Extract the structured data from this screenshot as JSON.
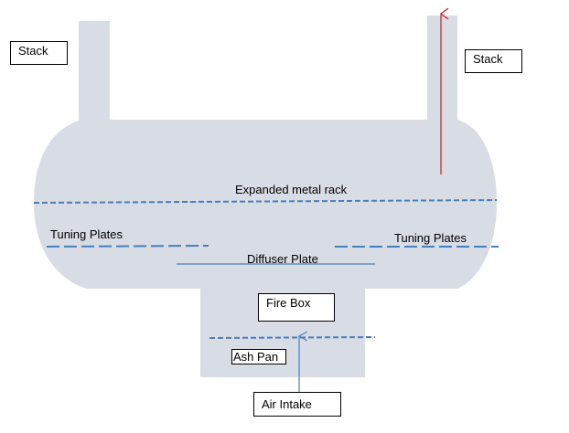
{
  "diagram": {
    "title": "Smoker / firebox airflow diagram",
    "colors": {
      "body_fill": "#d8dce4",
      "dashed_line": "#4a7ebb",
      "diffuser_line": "#4a7ebb",
      "exhaust_arrow": "#e8101a",
      "intake_arrow": "#4a7ebb",
      "label_border": "#000000"
    },
    "labels": {
      "stack_left": "Stack",
      "stack_right": "Stack",
      "expanded_metal_rack": "Expanded metal rack",
      "tuning_plates_left": "Tuning Plates",
      "tuning_plates_right": "Tuning Plates",
      "diffuser_plate": "Diffuser Plate",
      "fire_box": "Fire Box",
      "ash_pan": "Ash Pan",
      "air_intake": "Air Intake"
    },
    "components": [
      {
        "name": "left-stack",
        "label": "Stack"
      },
      {
        "name": "right-stack",
        "label": "Stack",
        "flow": "exhaust up"
      },
      {
        "name": "cook-chamber"
      },
      {
        "name": "expanded-metal-rack",
        "style": "dashed"
      },
      {
        "name": "tuning-plates-left",
        "style": "dashed"
      },
      {
        "name": "tuning-plates-right",
        "style": "dashed"
      },
      {
        "name": "diffuser-plate",
        "style": "solid"
      },
      {
        "name": "fire-box",
        "label": "Fire Box"
      },
      {
        "name": "ash-pan-grate",
        "style": "dashed"
      },
      {
        "name": "ash-pan",
        "label": "Ash Pan"
      },
      {
        "name": "air-intake",
        "label": "Air Intake",
        "flow": "intake up"
      }
    ]
  }
}
